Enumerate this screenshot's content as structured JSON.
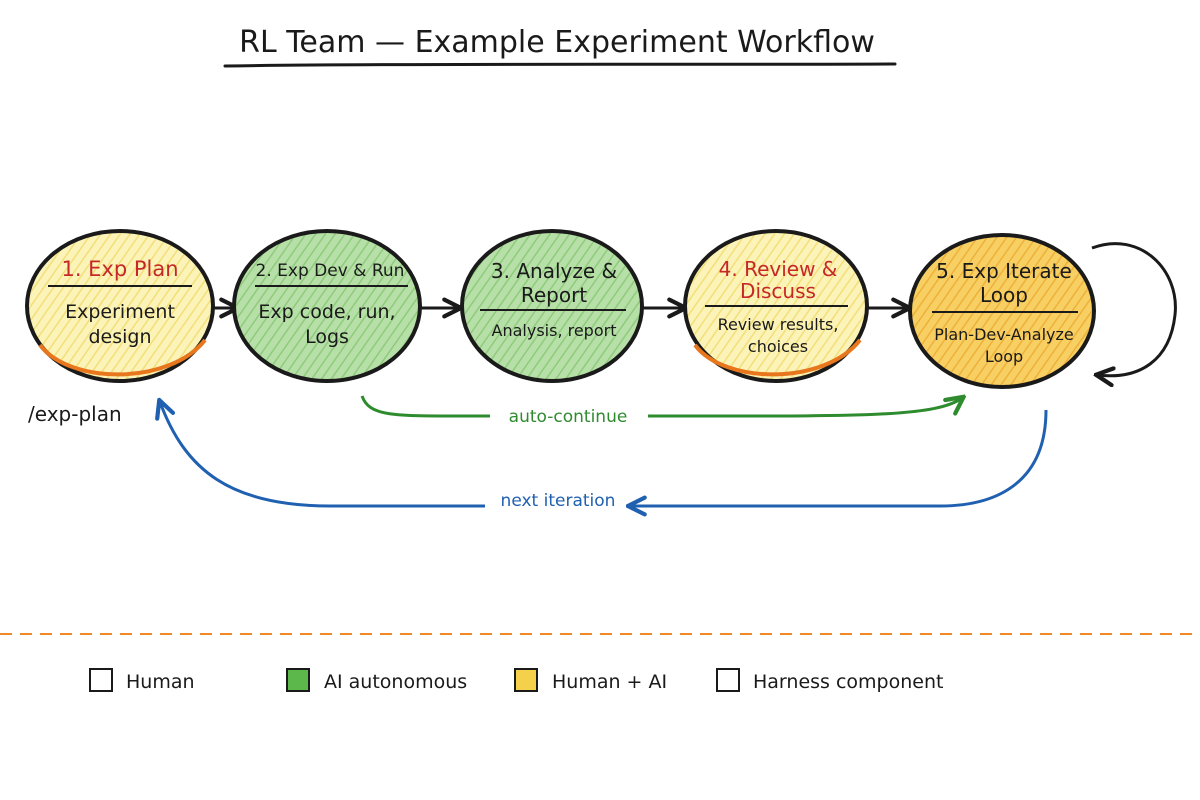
{
  "title": "RL Team — Example Experiment Workflow",
  "steps": [
    {
      "title_lines": [
        "1. Exp Plan"
      ],
      "desc_lines": [
        "Experiment",
        "design"
      ],
      "title_color": "#c62828",
      "fill": "#fbf3b8",
      "rim": "#e8761c"
    },
    {
      "title_lines": [
        "2. Exp Dev & Run"
      ],
      "desc_lines": [
        "Exp code, run,",
        "Logs"
      ],
      "title_color": "#1a1a1a",
      "fill": "#a9d89a",
      "rim": "#4a9a3c"
    },
    {
      "title_lines": [
        "3. Analyze &",
        "Report"
      ],
      "desc_lines": [
        "Analysis, report"
      ],
      "title_color": "#1a1a1a",
      "fill": "#a9d89a",
      "rim": "#4a9a3c"
    },
    {
      "title_lines": [
        "4. Review &",
        "Discuss"
      ],
      "desc_lines": [
        "Review results,",
        "choices"
      ],
      "title_color": "#c62828",
      "fill": "#fbf3b8",
      "rim": "#e8761c"
    },
    {
      "title_lines": [
        "5. Exp Iterate",
        "Loop"
      ],
      "desc_lines": [
        "Plan-Dev-Analyze",
        "Loop"
      ],
      "title_color": "#1a1a1a",
      "fill": "#f5c54a",
      "rim": "#e08a1e"
    }
  ],
  "command_label": "/exp-plan",
  "auto_continue_label": "auto-continue",
  "next_iteration_label": "next iteration",
  "colors": {
    "green_arrow": "#2e8b2e",
    "blue_arrow": "#2060b0",
    "divider": "#f08a24",
    "ink": "#1a1a1a"
  },
  "legend": [
    {
      "label": "Human",
      "swatch": "#ffffff"
    },
    {
      "label": "AI autonomous",
      "swatch": "#5cb84a"
    },
    {
      "label": "Human + AI",
      "swatch": "#f5d04a"
    },
    {
      "label": "Harness component",
      "swatch": "#ffffff"
    }
  ]
}
